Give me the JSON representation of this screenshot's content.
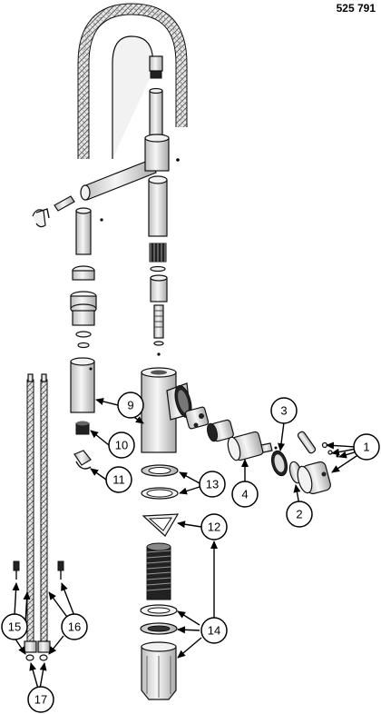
{
  "document": {
    "part_number": "525 791"
  },
  "callouts": [
    {
      "id": "c1",
      "label": "1"
    },
    {
      "id": "c2",
      "label": "2"
    },
    {
      "id": "c3",
      "label": "3"
    },
    {
      "id": "c4",
      "label": "4"
    },
    {
      "id": "c9",
      "label": "9"
    },
    {
      "id": "c10",
      "label": "10"
    },
    {
      "id": "c11",
      "label": "11"
    },
    {
      "id": "c12",
      "label": "12"
    },
    {
      "id": "c13",
      "label": "13"
    },
    {
      "id": "c14",
      "label": "14"
    },
    {
      "id": "c15",
      "label": "15"
    },
    {
      "id": "c16",
      "label": "16"
    },
    {
      "id": "c17",
      "label": "17"
    }
  ],
  "colors": {
    "line": "#111111",
    "metal_light": "#f4f4f4",
    "metal_dark": "#b8b8b8",
    "background": "#ffffff"
  }
}
